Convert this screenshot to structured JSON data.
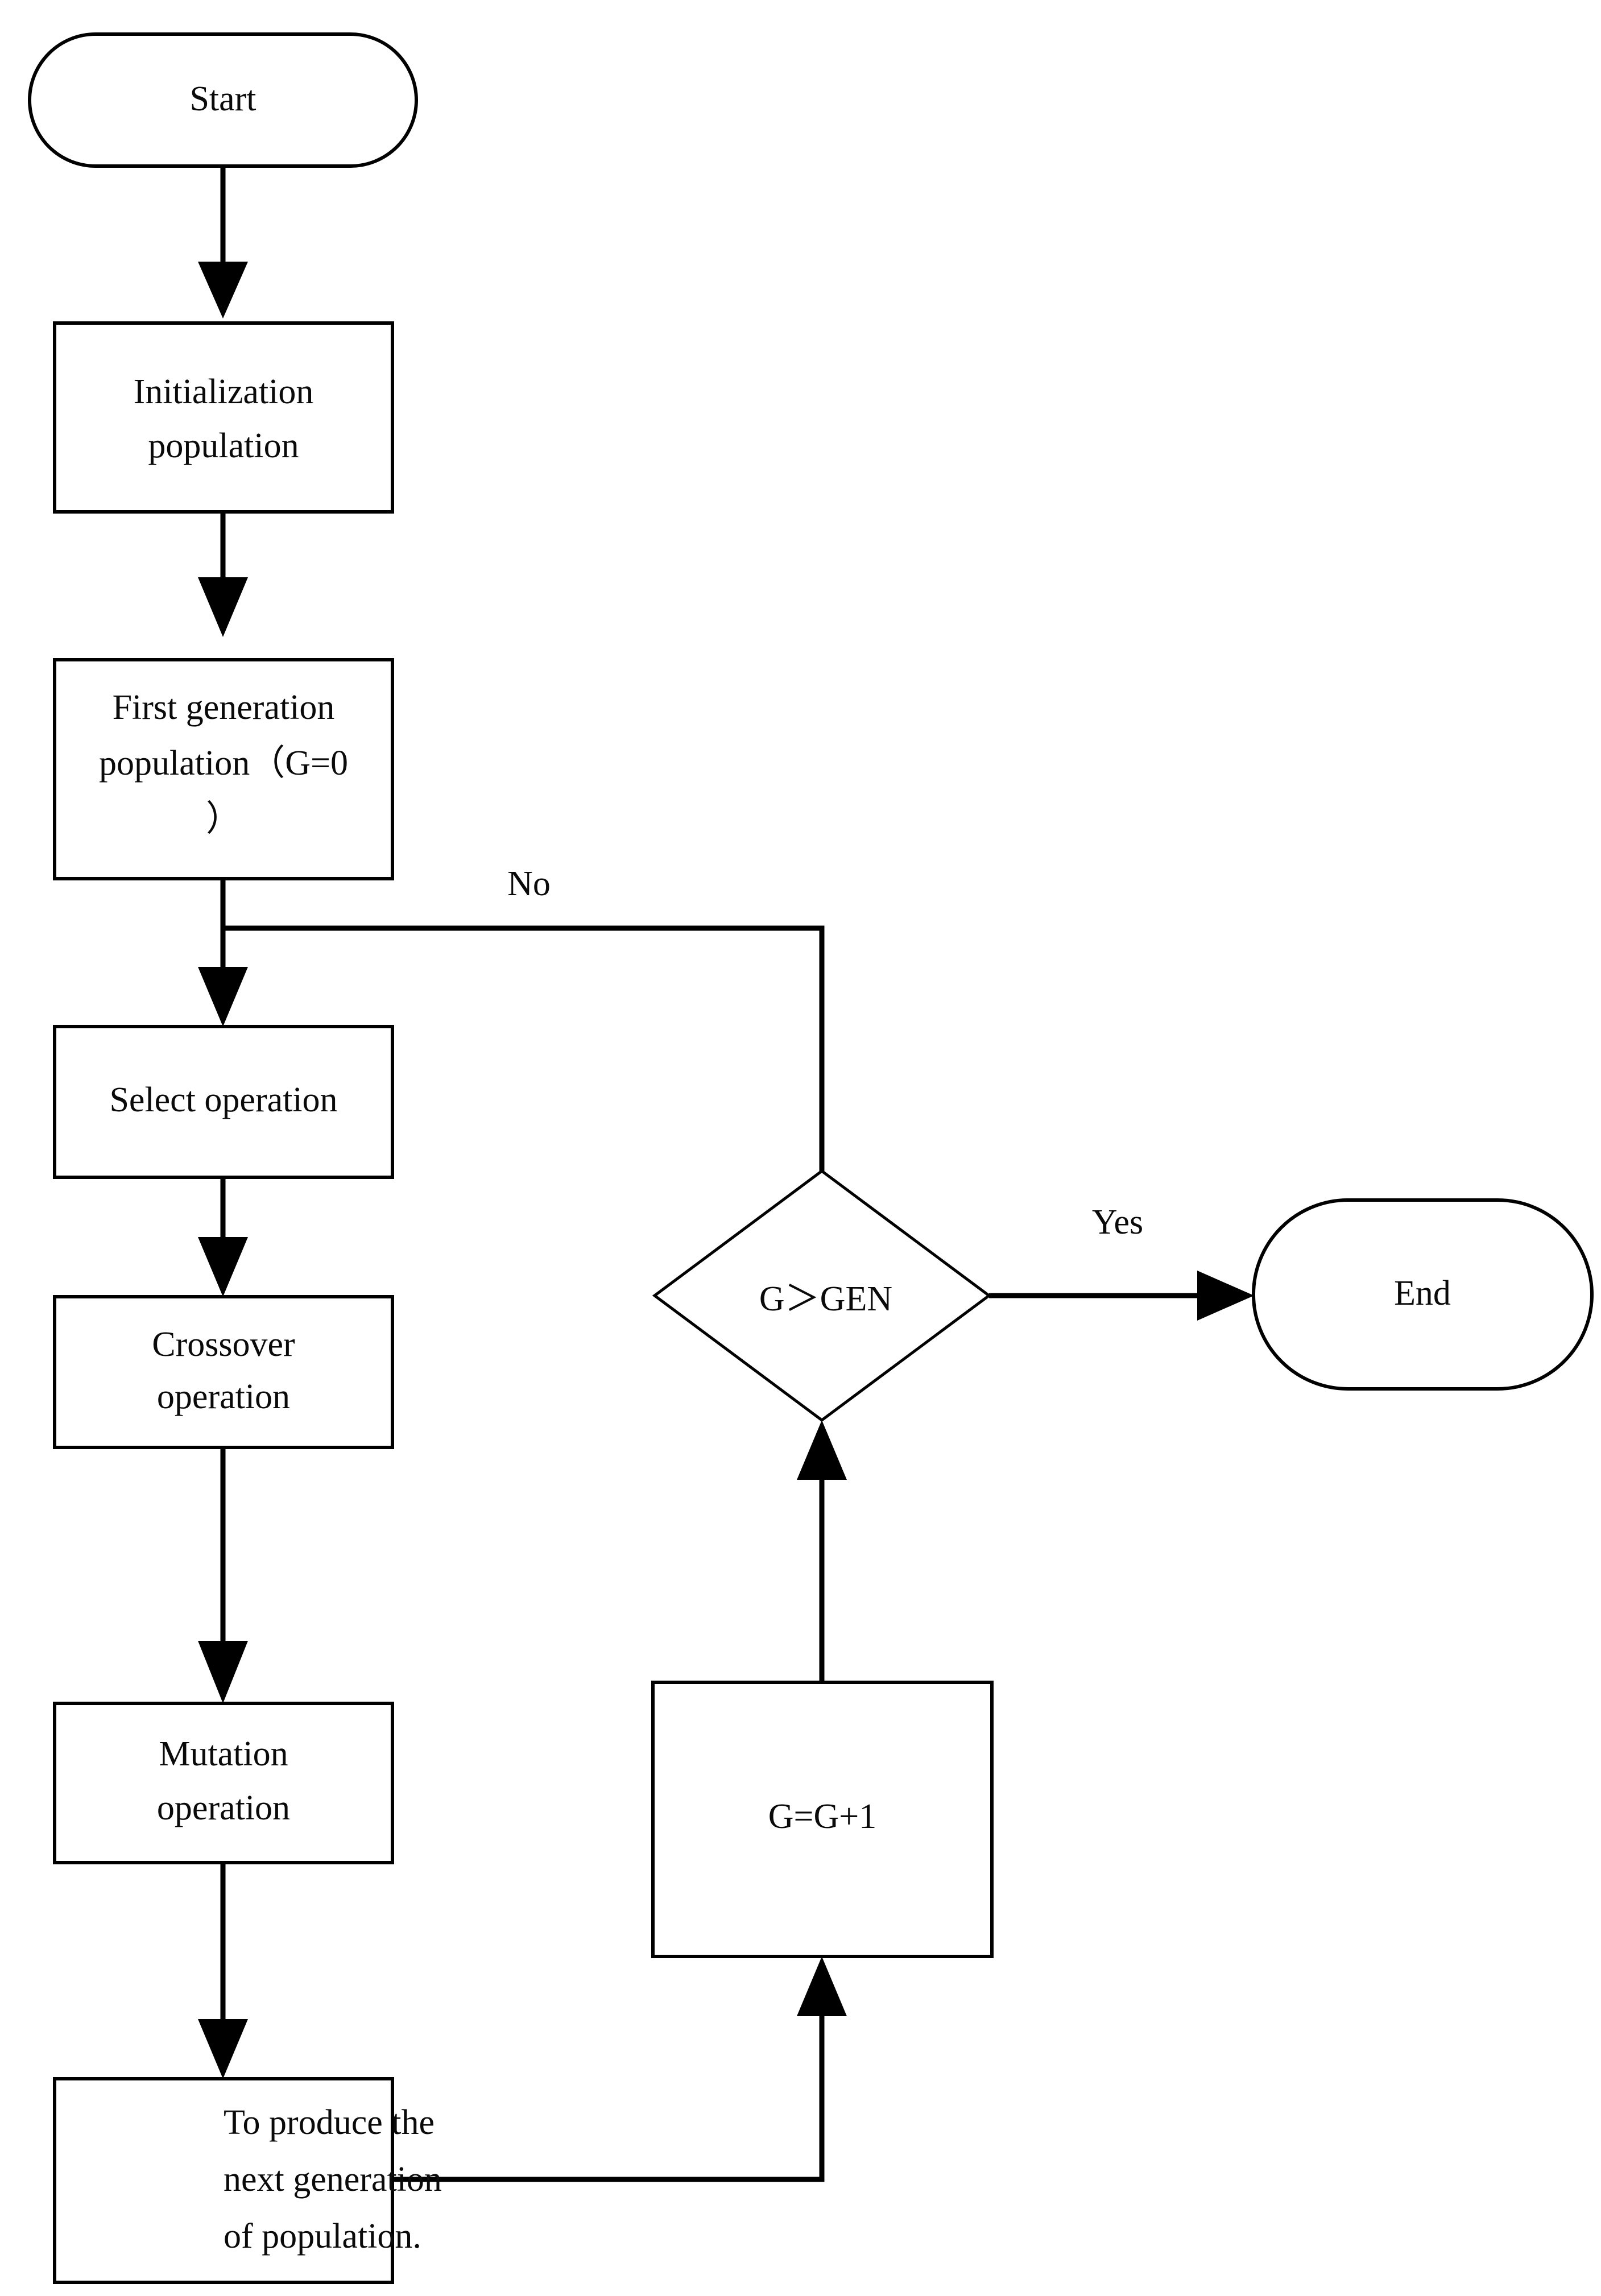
{
  "diagram": {
    "title": "Genetic algorithm flowchart",
    "type": "flowchart",
    "background_color": "#ffffff",
    "line_color": "#000000",
    "text_color": "#0a0a0a"
  },
  "nodes": {
    "start": {
      "label": "Start",
      "shape": "terminator"
    },
    "init": {
      "line1": "Initialization",
      "line2": "population",
      "shape": "process"
    },
    "first_gen": {
      "line1": "First generation",
      "line2": "population（G=0",
      "line3": "）",
      "shape": "process"
    },
    "select": {
      "label": "Select operation",
      "shape": "process"
    },
    "crossover": {
      "line1": "Crossover",
      "line2": "operation",
      "shape": "process"
    },
    "mutation": {
      "line1": "Mutation",
      "line2": "operation",
      "shape": "process"
    },
    "produce": {
      "line1": "To produce the",
      "line2": "next generation",
      "line3": "of population.",
      "shape": "process"
    },
    "decision": {
      "label": "G＞GEN",
      "shape": "decision"
    },
    "increment": {
      "label": "G=G+1",
      "shape": "process"
    },
    "end": {
      "label": "End",
      "shape": "terminator"
    }
  },
  "edges": {
    "no_label": "No",
    "yes_label": "Yes"
  }
}
